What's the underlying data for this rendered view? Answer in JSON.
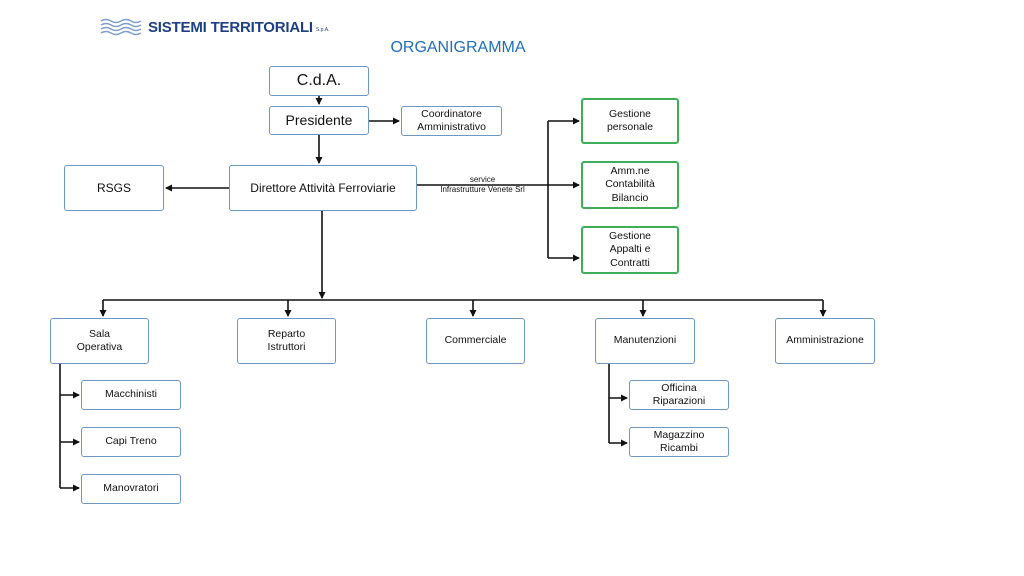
{
  "logo": {
    "text": "SISTEMI TERRITORIALI",
    "suffix": "S.p.A."
  },
  "title": "ORGANIGRAMMA",
  "nodes": {
    "cda": "C.d.A.",
    "presidente": "Presidente",
    "coordinatore": "Coordinatore\nAmministrativo",
    "direttore": "Direttore Attività Ferroviarie",
    "rsgs": "RSGS",
    "gestione_personale": "Gestione\npersonale",
    "amministrazione_contabilita": "Amm.ne\nContabilità\nBilancio",
    "gestione_appalti": "Gestione\nAppalti e\nContratti",
    "sala_operativa": "Sala\nOperativa",
    "reparto_istruttori": "Reparto\nIstruttori",
    "commerciale": "Commerciale",
    "manutenzioni": "Manutenzioni",
    "amministrazione": "Amministrazione",
    "macchinisti": "Macchinisti",
    "capi_treno": "Capi Treno",
    "manovratori": "Manovratori",
    "officina": "Officina\nRiparazioni",
    "magazzino": "Magazzino\nRicambi"
  },
  "service_label": {
    "line1": "service",
    "line2": "Infrastrutture Venete Srl"
  },
  "colors": {
    "box_border": "#6d97c6",
    "highlight_border": "#3fae5a",
    "title": "#1f6fb5",
    "logo": "#1f3f83"
  }
}
